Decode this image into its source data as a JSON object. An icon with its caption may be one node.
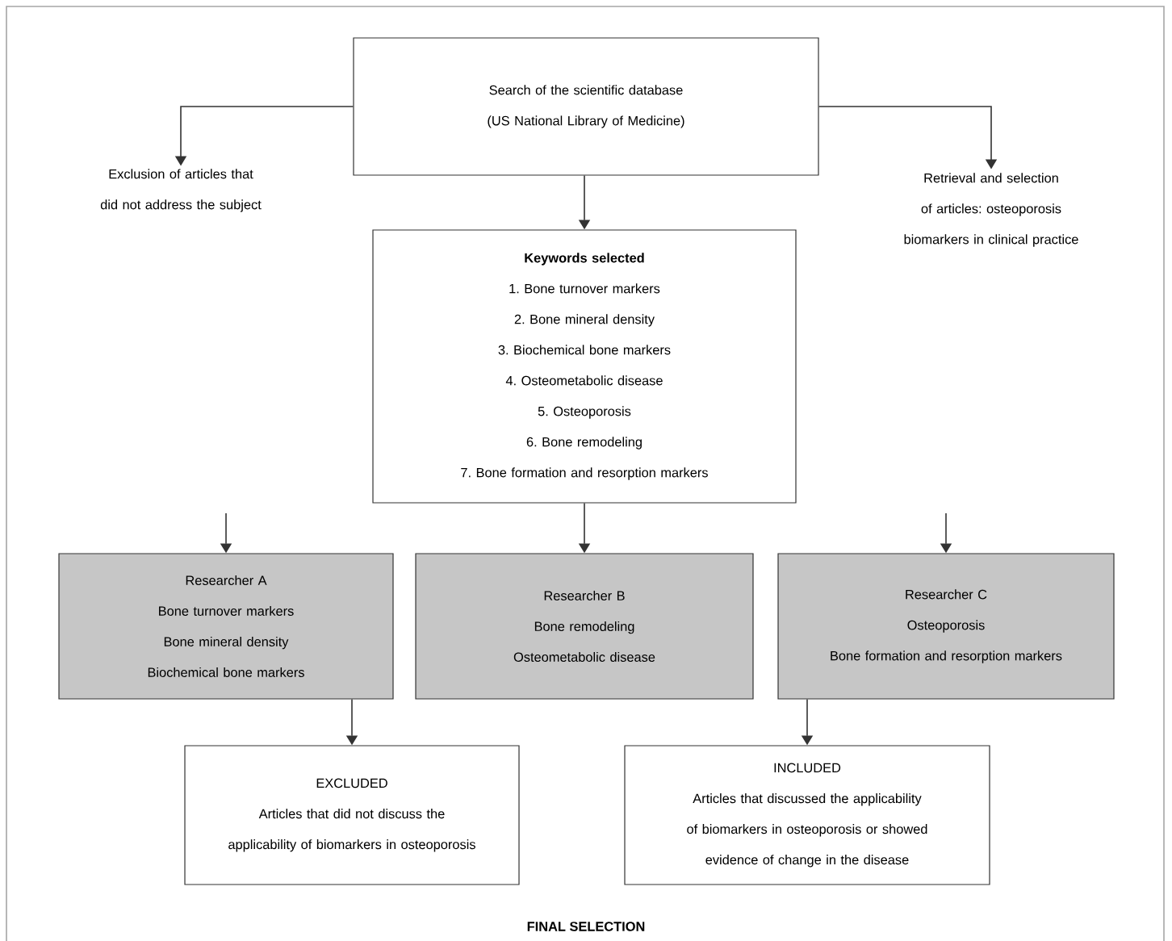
{
  "diagram": {
    "nodes": [
      {
        "text": [
          "Search of the scientific database",
          "(US National Library of Medicine)"
        ]
      },
      {
        "text": [
          "Exclusion of articles that did not address the subject"
        ]
      },
      {
        "text": [
          "Retrieval and selection of articles: osteoporosis biomarkers in clinical practice"
        ]
      },
      {
        "text": [
          "Keywords selected",
          "1. Bone turnover markers",
          "2. Bone mineral density",
          "3. Biochemical bone markers",
          "4. Osteometabolic disease",
          "5. Osteoporosis",
          "6. Bone remodeling",
          "7. Bone formation and resorption markers"
        ]
      },
      {
        "text": [
          "Researcher A",
          "Bone turnover markers",
          "Bone mineral density",
          "Biochemical bone markers"
        ]
      },
      {
        "text": [
          "Researcher B",
          "Bone remodeling",
          "Osteometabolic disease"
        ]
      },
      {
        "text": [
          "Researcher C",
          "Osteoporosis",
          "Bone formation and resorption markers"
        ]
      },
      {
        "text": [
          "EXCLUDED",
          "Articles that did not discuss the applicability of biomarkers in osteoporosis"
        ]
      },
      {
        "text": [
          "INCLUDED",
          "Articles that discussed the applicability of biomarkers in osteoporosis or showed evidence of change in the disease"
        ]
      }
    ],
    "edges": [
      {
        "from": 0,
        "to": 1,
        "arrow": "to"
      },
      {
        "from": 0,
        "to": 2,
        "arrow": "to"
      },
      {
        "from": 0,
        "to": 3,
        "arrow": "to"
      },
      {
        "from": null,
        "to": 4,
        "arrow": "to"
      },
      {
        "from": 3,
        "to": 5,
        "arrow": "to"
      },
      {
        "from": null,
        "to": 6,
        "arrow": "to"
      },
      {
        "from": 4,
        "to": 7,
        "arrow": "to"
      },
      {
        "from": 6,
        "to": 8,
        "arrow": "to"
      }
    ],
    "labels": [
      "FINAL SELECTION"
    ]
  }
}
